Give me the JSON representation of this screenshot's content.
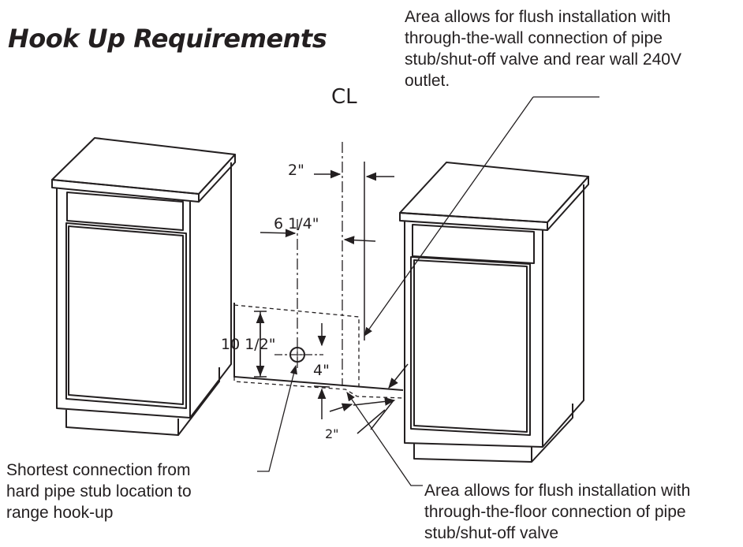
{
  "title": "Hook Up Requirements",
  "notes": {
    "top": [
      "Area allows for flush installation with",
      "through-the-wall connection of pipe",
      "stub/shut-off valve and rear wall 240V",
      "outlet."
    ],
    "left": [
      "Shortest connection from",
      "hard pipe stub location to",
      "range hook-up"
    ],
    "right": [
      "Area allows for flush installation with",
      "through-the-floor connection of pipe",
      "stub/shut-off valve"
    ]
  },
  "dimensions": {
    "centerline": "CL",
    "wall_offset": "2\"",
    "stub_offset": "6  1/4\"",
    "stub_height": "10 1/2\"",
    "floor_zone": "4\"",
    "floor_offset": "2\""
  }
}
